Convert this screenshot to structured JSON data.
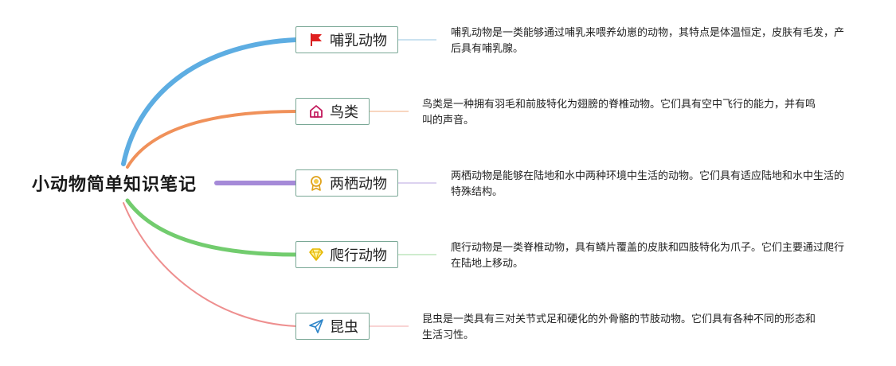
{
  "root": {
    "title": "小动物简单知识笔记"
  },
  "colors": {
    "branch_mammal": "#5dade2",
    "branch_bird": "#f0915a",
    "branch_amphibian": "#a58ad8",
    "branch_reptile": "#72cc6e",
    "branch_insect": "#ee8f8f",
    "node_border": "#7aa896"
  },
  "branches": [
    {
      "label": "哺乳动物",
      "icon": "red-flag-icon",
      "description": "哺乳动物是一类能够通过哺乳来喂养幼崽的动物，其特点是体温恒定，皮肤有毛发，产后具有哺乳腺。"
    },
    {
      "label": "鸟类",
      "icon": "house-icon",
      "description": "鸟类是一种拥有羽毛和前肢特化为翅膀的脊椎动物。它们具有空中飞行的能力，并有鸣叫的声音。"
    },
    {
      "label": "两栖动物",
      "icon": "award-medal-icon",
      "description": "两栖动物是能够在陆地和水中两种环境中生活的动物。它们具有适应陆地和水中生活的特殊结构。"
    },
    {
      "label": "爬行动物",
      "icon": "diamond-icon",
      "description": "爬行动物是一类脊椎动物，具有鳞片覆盖的皮肤和四肢特化为爪子。它们主要通过爬行在陆地上移动。"
    },
    {
      "label": "昆虫",
      "icon": "paper-plane-icon",
      "description": "昆虫是一类具有三对关节式足和硬化的外骨骼的节肢动物。它们具有各种不同的形态和生活习性。"
    }
  ]
}
